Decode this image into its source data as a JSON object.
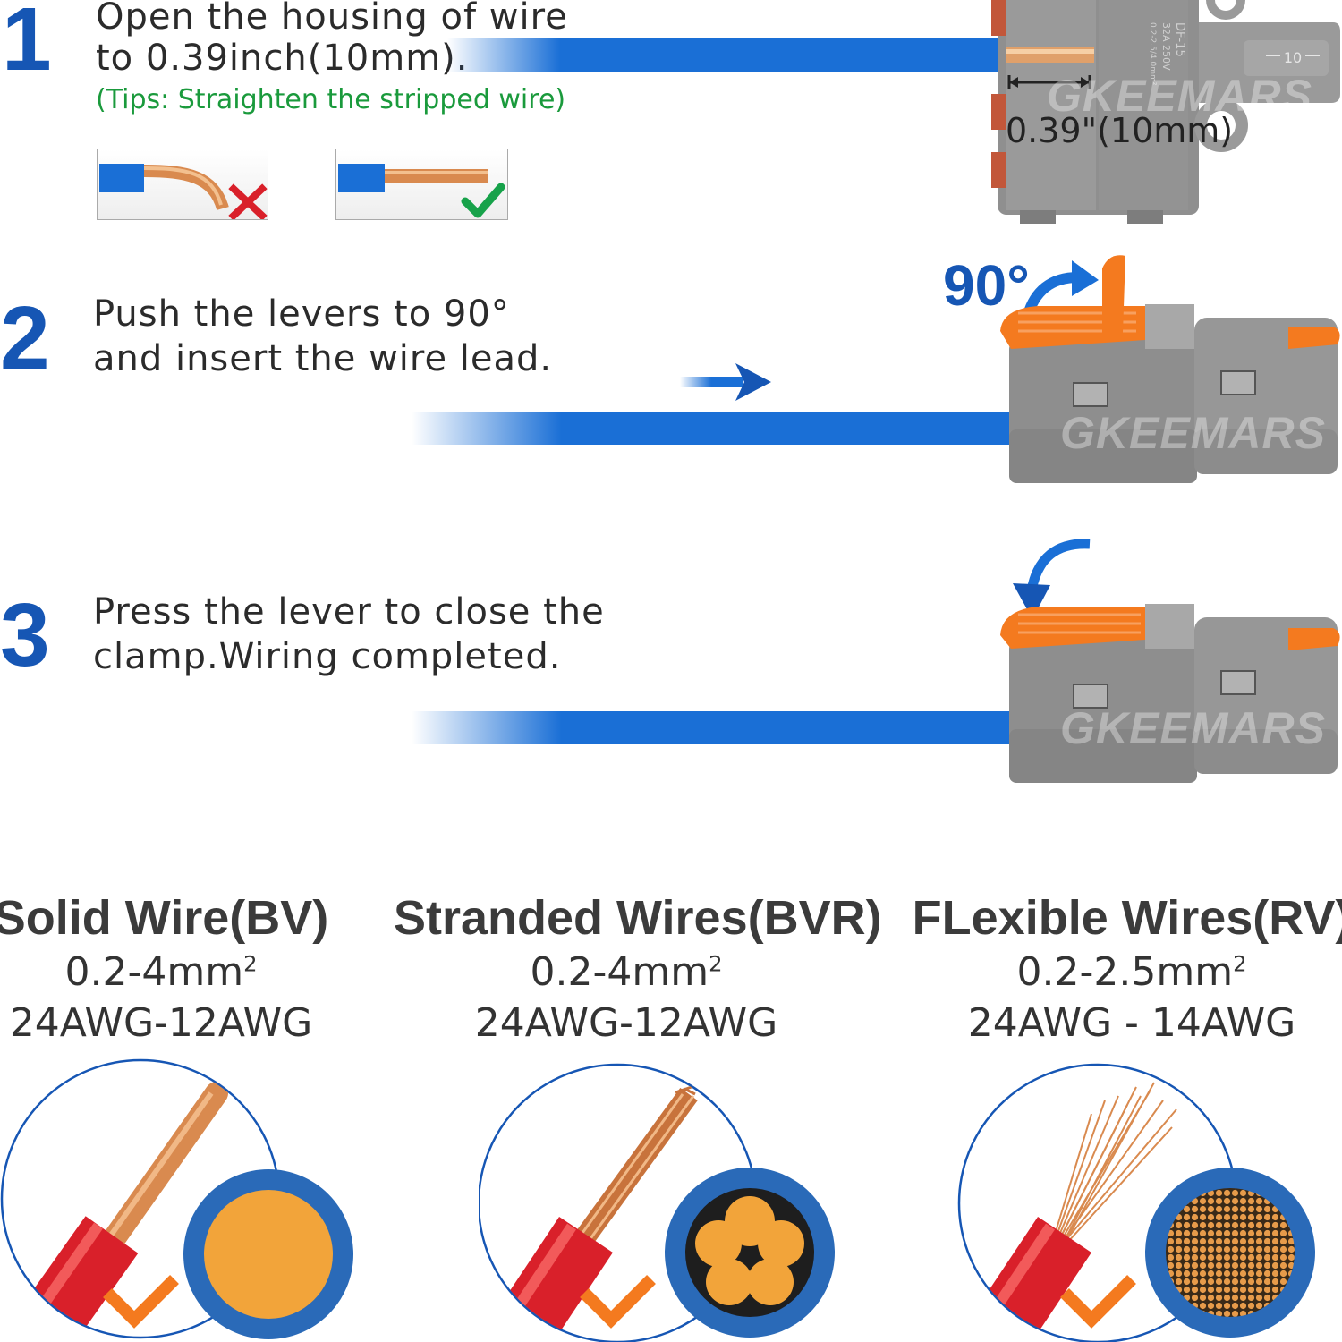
{
  "steps": [
    {
      "number": "1",
      "line1": "Open the housing of wire",
      "line2": "to 0.39inch(10mm).",
      "tip": "(Tips:  Straighten the stripped wire)"
    },
    {
      "number": "2",
      "line1": "Push the levers to 90°",
      "line2": "and insert the wire lead."
    },
    {
      "number": "3",
      "line1": "Press the lever to close the",
      "line2": "clamp.Wiring completed."
    }
  ],
  "diagram": {
    "measurement": "0.39\"(10mm)",
    "scale_mark": "10",
    "angle": "90°",
    "watermark": "GKEEMARS",
    "housing_text_1": "DF-15",
    "housing_text_2": "32A 250V",
    "housing_text_3": "0.2-2.5/4.0mm²"
  },
  "wire_types": [
    {
      "title": "Solid Wire(BV)",
      "area": "0.2-4mm",
      "awg": "24AWG-12AWG",
      "core": "solid"
    },
    {
      "title": "Stranded Wires(BVR)",
      "area": "0.2-4mm",
      "awg": "24AWG-12AWG",
      "core": "stranded"
    },
    {
      "title": "FLexible Wires(RV)",
      "area": "0.2-2.5mm",
      "awg": "24AWG - 14AWG",
      "core": "flexible"
    }
  ],
  "colors": {
    "accent_blue": "#1656b4",
    "wire_blue": "#1a6fd6",
    "tip_green": "#1a9a3c",
    "lever_orange": "#f47a1f",
    "housing_gray": "#8d8d8d",
    "copper": "#e0915a",
    "insulation_red": "#d9202a",
    "ring_blue": "#2a6ab8"
  },
  "icons": [
    "cross-icon",
    "check-icon",
    "rotate-arrow-icon",
    "right-arrow-icon",
    "checkmark-icon"
  ]
}
